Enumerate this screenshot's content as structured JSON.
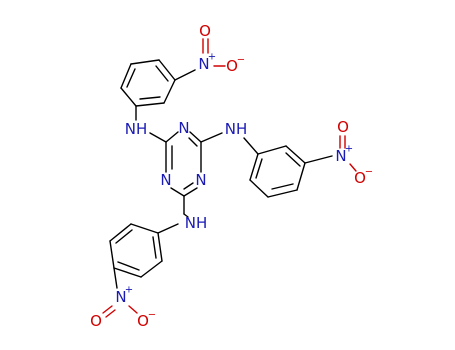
{
  "molecule": {
    "labels": {
      "ring_n1": "N",
      "ring_n2": "N",
      "ring_n3": "N",
      "nh_1": "NH",
      "nh_2": "NH",
      "nh_3": "NH",
      "nitro_1_n": "N",
      "nitro_1_o_double": "O",
      "nitro_1_o_single": "O",
      "nitro_2_n": "N",
      "nitro_2_o_double": "O",
      "nitro_2_o_single": "O",
      "nitro_3_n": "N",
      "nitro_3_o_double": "O",
      "nitro_3_o_single": "O"
    },
    "charges": {
      "plus": "+",
      "minus": "−"
    },
    "colors": {
      "bond": "#000000",
      "nitrogen": "#1a1ab5",
      "oxygen": "#d00000"
    }
  }
}
